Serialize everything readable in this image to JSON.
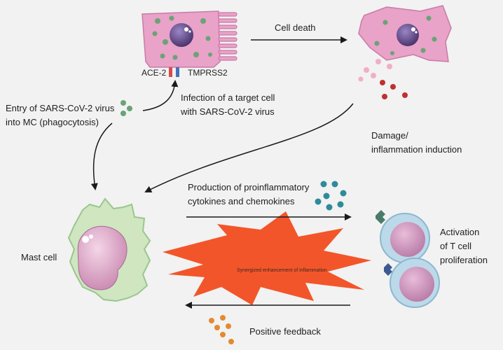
{
  "labels": {
    "ace2": "ACE-2",
    "tmprss2": "TMPRSS2",
    "cell_death": "Cell death",
    "infection_line1": "Infection of a target cell",
    "infection_line2": "with SARS-CoV-2 virus",
    "entry_line1": "Entry of SARS-CoV-2 virus",
    "entry_line2": "into MC (phagocytosis)",
    "damage_line1": "Damage/",
    "damage_line2": "inflammation induction",
    "production_line1": "Production of proinflammatory",
    "production_line2": "cytokines and chemokines",
    "mast_cell": "Mast cell",
    "activation_line1": "Activation",
    "activation_line2": "of T cell",
    "activation_line3": "proliferation",
    "synergized": "Synergized enhancement of inflammation",
    "positive_feedback": "Positive feedback"
  },
  "colors": {
    "background": "#f1f2f1",
    "target_cell": "#e9a2c8",
    "target_cell_edge": "#c97aa6",
    "nucleus": "#6a4f92",
    "virus": "#6aa376",
    "mast_cell": "#cfe6c1",
    "mast_nucleus": "#e7b7d3",
    "tcell_ring": "#bcd9ea",
    "tcell_inner": "#d8a2c9",
    "cytokine": "#2f8a9a",
    "burst": "#f3552a",
    "feedback_dot": "#e38a31",
    "red_dot": "#c0302f",
    "pink_dot": "#f1aec7",
    "receptor_ace2": "#d74c4a",
    "receptor_tmprss2": "#4573b6",
    "arrow": "#1a1a1a"
  }
}
